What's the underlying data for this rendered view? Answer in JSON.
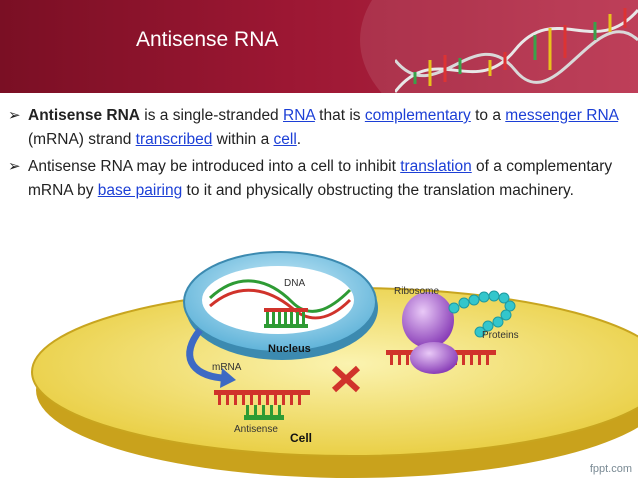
{
  "slide": {
    "title": "Antisense RNA",
    "bullet1": {
      "part1_bold": "Antisense RNA",
      "part2": " is a single-stranded ",
      "link1": "RNA",
      "part3": " that is ",
      "link2": "complementary",
      "part4": " to a ",
      "link3": "messenger RNA",
      "part5": " (mRNA) strand ",
      "link4": "transcribed",
      "part6": " within a ",
      "link5": "cell",
      "part7": "."
    },
    "bullet2": {
      "part1": "Antisense RNA may be introduced into a cell to inhibit  ",
      "link1": "translation",
      "part2": " of a complementary mRNA by ",
      "link2": "base pairing",
      "part3": " to it and physically obstructing the translation machinery."
    }
  },
  "diagram": {
    "label_dna": "DNA",
    "label_nucleus": "Nucleus",
    "label_mrna": "mRNA",
    "label_antisense": "Antisense",
    "label_ribosome": "Ribosome",
    "label_proteins": "Proteins",
    "label_cell": "Cell"
  },
  "watermark": "fppt.com",
  "colors": {
    "header": "#9c1733",
    "link": "#1c3fd6",
    "cell_fill": "#f4e070",
    "nucleus_fill": "#7cc4e3",
    "strand_red": "#d0332b",
    "strand_green": "#2e9b34",
    "ribosome": "#9b59c7",
    "protein_beads": "#33c6cc"
  }
}
